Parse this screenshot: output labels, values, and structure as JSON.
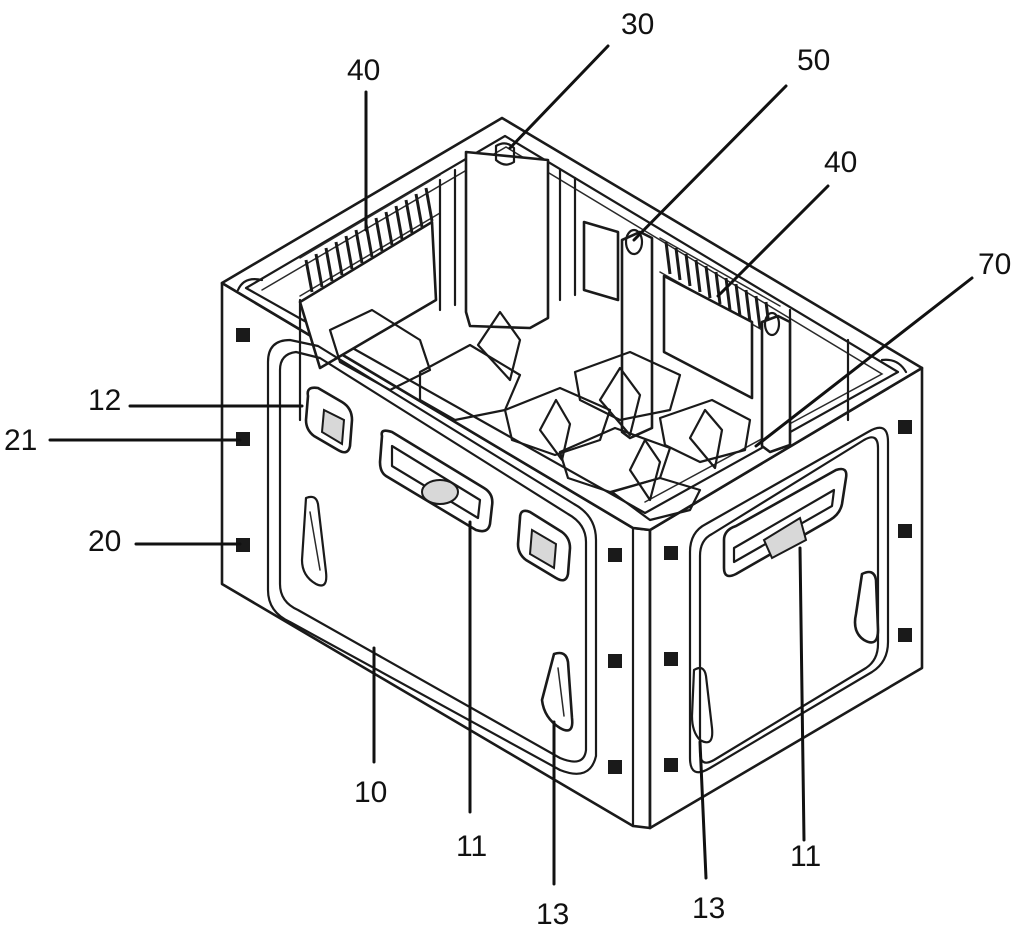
{
  "figure": {
    "colors": {
      "line": "#111111",
      "background": "#ffffff"
    },
    "labels": {
      "ref_30": "30",
      "ref_40_left": "40",
      "ref_50": "50",
      "ref_40_right": "40",
      "ref_70": "70",
      "ref_12": "12",
      "ref_21": "21",
      "ref_20": "20",
      "ref_10": "10",
      "ref_11_front": "11",
      "ref_13_front": "13",
      "ref_13_side": "13",
      "ref_11_side": "11"
    }
  }
}
